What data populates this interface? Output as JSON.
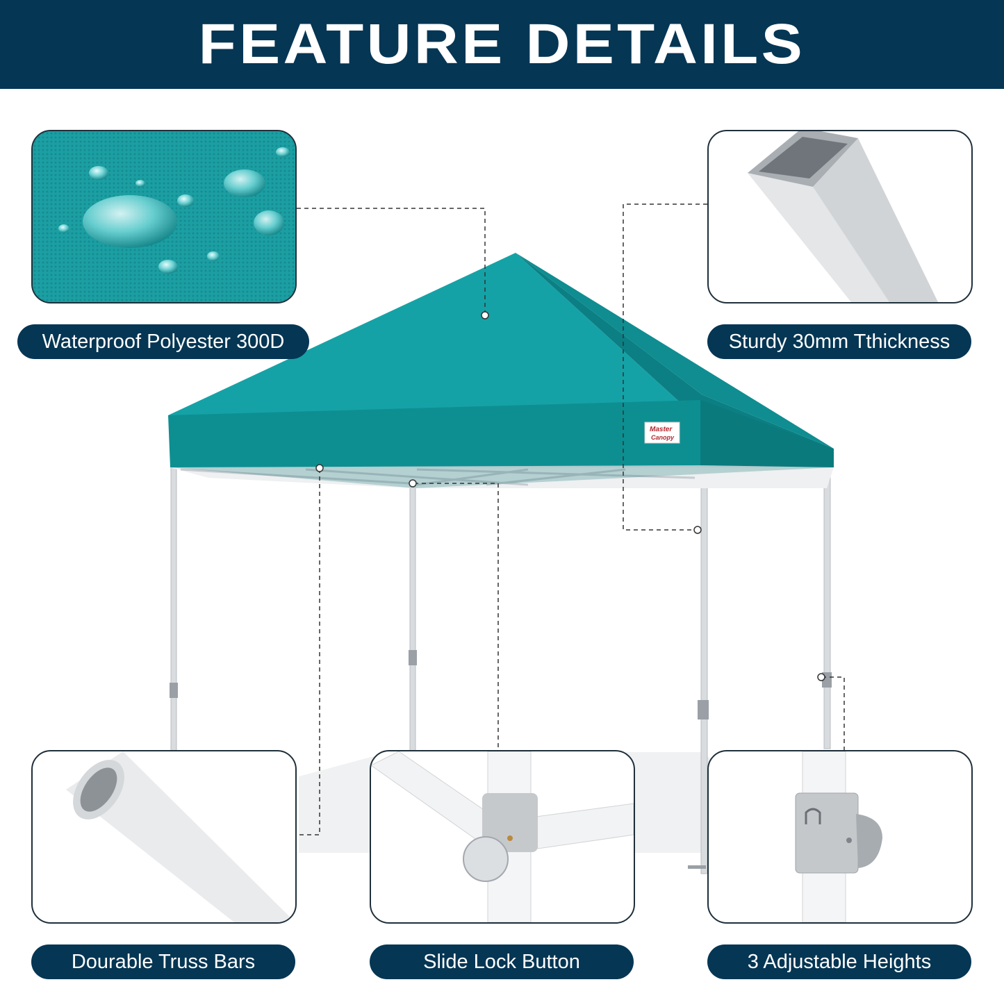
{
  "header": {
    "title": "FEATURE DETAILS"
  },
  "features": [
    {
      "id": "fabric",
      "label": "Waterproof Polyester 300D",
      "image": "water-droplets-on-teal-fabric"
    },
    {
      "id": "frame",
      "label": "Sturdy 30mm Tthickness",
      "image": "square-steel-tube"
    },
    {
      "id": "truss",
      "label": "Dourable Truss Bars",
      "image": "oval-truss-bar"
    },
    {
      "id": "lock",
      "label": "Slide Lock Button",
      "image": "slide-lock-joint"
    },
    {
      "id": "heights",
      "label": "3 Adjustable Heights",
      "image": "leg-height-adjuster"
    }
  ],
  "product": {
    "brand_tag_line1": "Master",
    "brand_tag_line2": "Canopy",
    "canopy_color": "#0d8f92"
  },
  "colors": {
    "navy": "#053654",
    "teal": "#0d8f92",
    "frame_gray": "#d9dcdf"
  }
}
